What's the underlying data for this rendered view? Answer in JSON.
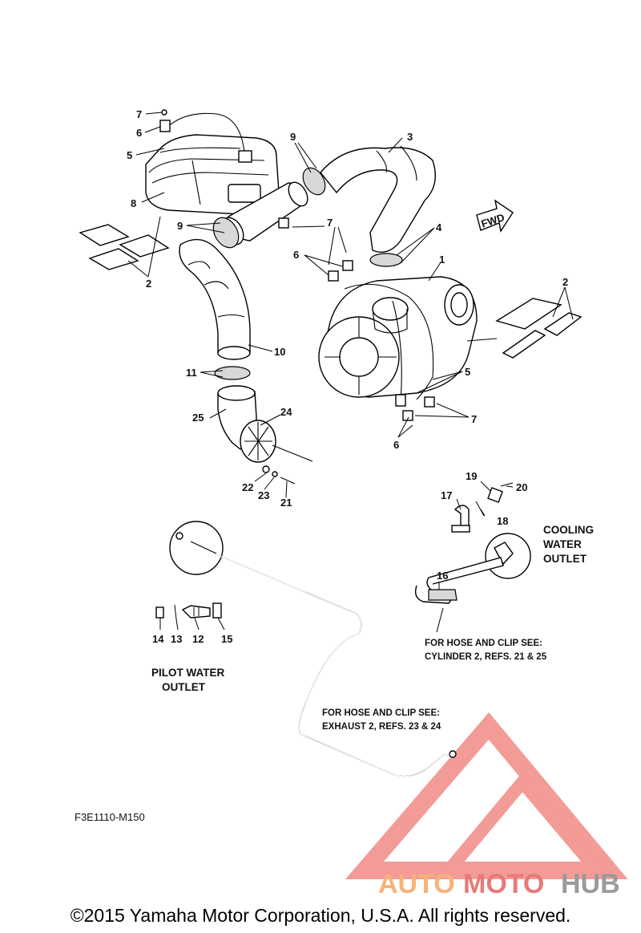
{
  "diagram_code": "F3E1110-M150",
  "copyright": "©2015 Yamaha Motor Corporation, U.S.A. All rights reserved.",
  "fwd_label": "FWD",
  "watermark": {
    "auto": "AUTO",
    "moto": "MOTO",
    "hub": "HUB",
    "colors": {
      "auto": "#f6b27a",
      "moto": "#e77a78",
      "hub": "#9a9a9a",
      "triangle": "#f08a85"
    }
  },
  "outlets": {
    "cooling": [
      "COOLING",
      "WATER",
      "OUTLET"
    ],
    "pilot": [
      "PILOT WATER",
      "OUTLET"
    ]
  },
  "notes": {
    "cylinder": [
      "FOR HOSE AND CLIP SEE:",
      "CYLINDER 2, REFS. 21 & 25"
    ],
    "exhaust": [
      "FOR HOSE AND CLIP SEE:",
      "EXHAUST 2, REFS. 23 & 24"
    ]
  },
  "refs": {
    "r1": "1",
    "r2a": "2",
    "r2b": "2",
    "r3": "3",
    "r4": "4",
    "r5a": "5",
    "r5b": "5",
    "r6a": "6",
    "r6b": "6",
    "r6c": "6",
    "r7a": "7",
    "r7b": "7",
    "r7c": "7",
    "r8": "8",
    "r9a": "9",
    "r9b": "9",
    "r10": "10",
    "r11": "11",
    "r12": "12",
    "r13": "13",
    "r14": "14",
    "r15": "15",
    "r16": "16",
    "r17": "17",
    "r18": "18",
    "r19": "19",
    "r20": "20",
    "r21": "21",
    "r22": "22",
    "r23": "23",
    "r24": "24",
    "r25": "25"
  }
}
